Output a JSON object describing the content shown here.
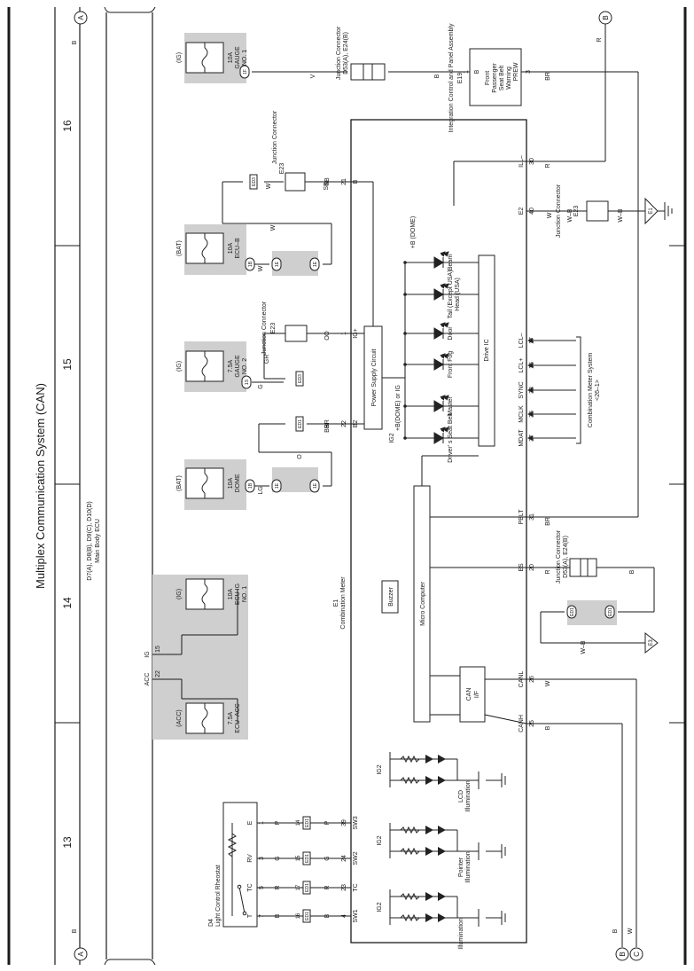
{
  "page": {
    "title": "Multiplex Communication System (CAN)",
    "grid_numbers": [
      "13",
      "14",
      "15",
      "16"
    ],
    "edge_marks": {
      "A": "A",
      "B": "B",
      "C": "C"
    }
  },
  "ecu": {
    "connectors": "D7(A), D8(B), D9(C), D10(D)",
    "name": "Main Body ECU",
    "pin_acc": "ACC",
    "pin_acc_no": "22",
    "pin_ig": "IG",
    "pin_ig_no": "15"
  },
  "fuses": [
    {
      "ref": "fuse-ecu-acc",
      "lines": [
        "7.5A",
        "ECU–ACC"
      ],
      "source": "(ACC)"
    },
    {
      "ref": "fuse-ecu-ig",
      "lines": [
        "10A",
        "ECU IG",
        "NO. 1"
      ],
      "source": "(IG)"
    },
    {
      "ref": "fuse-dome",
      "lines": [
        "10A",
        "DOME"
      ],
      "source": "(BAT)"
    },
    {
      "ref": "fuse-gauge-2",
      "lines": [
        "7.5A",
        "GAUGE",
        "NO. 2"
      ],
      "source": "(IG)"
    },
    {
      "ref": "fuse-ecu-b",
      "lines": [
        "10A",
        "ECU–B"
      ],
      "source": "(BAT)"
    },
    {
      "ref": "fuse-gauge-1",
      "lines": [
        "10A",
        "GAUGE",
        "NO. 1"
      ],
      "source": "(IG)"
    }
  ],
  "meter": {
    "id": "E1",
    "name": "Combination Meter",
    "power_supply": "Power Supply Circuit",
    "drive_ic": "Drive IC",
    "micro": "Micro Computer",
    "buzzer": "Buzzer",
    "can_if": [
      "CAN",
      "I/F"
    ],
    "bdome": "+B(DOME) or IG",
    "ig2": "IG2"
  },
  "leds": [
    "Driver' s Seat Belt",
    "Master",
    "Front Fog",
    "Door",
    "Tail (Except USA)",
    "Head (USA)",
    "Beam"
  ],
  "illum": [
    {
      "ref": "illum-main",
      "lines": [
        "Illumination"
      ]
    },
    {
      "ref": "illum-pointer",
      "lines": [
        "Pointer",
        "Illumination"
      ]
    },
    {
      "ref": "illum-lcd",
      "lines": [
        "LCD",
        "Illumination"
      ]
    }
  ],
  "meter_pins": [
    {
      "name": "SW1",
      "no": "4",
      "wire": "B"
    },
    {
      "name": "TC",
      "no": "23",
      "wire": "R"
    },
    {
      "name": "SW2",
      "no": "24",
      "wire": "G"
    },
    {
      "name": "SW3",
      "no": "39",
      "wire": "P"
    },
    {
      "name": "CANH",
      "no": "25",
      "wire": "B"
    },
    {
      "name": "CANL",
      "no": "26",
      "wire": "W"
    },
    {
      "name": "ES",
      "no": "20",
      "wire": "R"
    },
    {
      "name": "PBLT",
      "no": "31",
      "wire": "BR"
    },
    {
      "name": "MDAT",
      "no": "37",
      "wire": ""
    },
    {
      "name": "MCLK",
      "no": "36",
      "wire": ""
    },
    {
      "name": "SYNC",
      "no": "38",
      "wire": ""
    },
    {
      "name": "LCL+",
      "no": "16",
      "wire": ""
    },
    {
      "name": "LCL–",
      "no": "17",
      "wire": ""
    },
    {
      "name": "E2",
      "no": "40",
      "wire": "W"
    },
    {
      "name": "ILL–",
      "no": "30",
      "wire": "R"
    },
    {
      "name": "PREW",
      "no": "3",
      "wire": "BR"
    },
    {
      "name": "B2",
      "no": "22",
      "wire": "BR"
    },
    {
      "name": "IG+",
      "no": "1",
      "wire": "O"
    },
    {
      "name": "B",
      "no": "21",
      "wire": "SB"
    }
  ],
  "rheostat": {
    "id": "D4",
    "name": "Light Control Rheostat",
    "pins": [
      "T",
      "TC",
      "RV",
      "E"
    ],
    "pin_nos": [
      "7",
      "5",
      "3",
      "1"
    ],
    "wires": [
      "B",
      "R",
      "G",
      "P"
    ],
    "ed_nos": [
      "16",
      "17",
      "15",
      "14"
    ],
    "ed_label": "ED1"
  },
  "junctions": {
    "e23_title": "Junction Connector",
    "e23": "E23",
    "d53_title": "Junction Connector",
    "d53": "D53(A), E24(B)",
    "combo_sys": [
      "Combination Meter System",
      "<26–1>"
    ],
    "e19_title": "Integration Control and Panel Assembly",
    "e19": "E19",
    "e19_box": [
      "Front",
      "Passenger",
      "Seat Belt",
      "Warning"
    ],
    "e19_pins": [
      "B",
      "PREW"
    ],
    "e19_pin_nos": [
      "1",
      "3"
    ],
    "ground_e1": "E1",
    "ground_e3": "E3"
  },
  "wires": {
    "lg": "LG",
    "o": "O",
    "br": "BR",
    "gr": "GR",
    "g": "G",
    "w": "W",
    "v": "V",
    "b": "B",
    "r": "R",
    "wb": "W–B",
    "sb": "SB",
    "bdome_gnd": "+B (DOME)"
  },
  "conn_labels": {
    "ed1": "ED1",
    "1b": "1B",
    "1f": "1F",
    "1e": "1E",
    "ed2": "ED2",
    "1s": "1S",
    "ed3": "ED3",
    "5d": "5D"
  }
}
